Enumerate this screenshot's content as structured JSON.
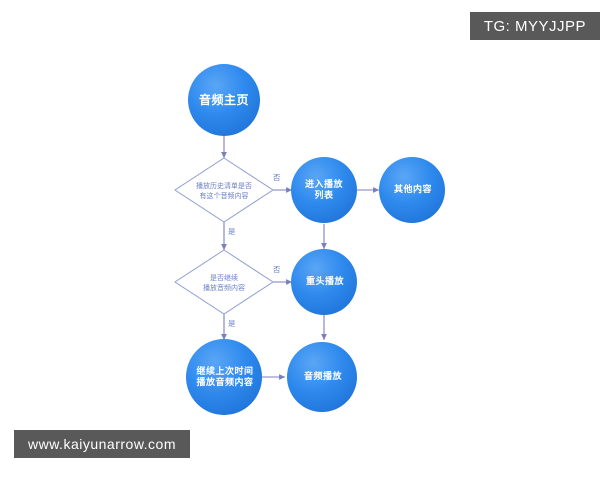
{
  "badge": {
    "tg_label": "TG: MYYJJPP",
    "bg_color": "#595959"
  },
  "watermark": {
    "url": "www.kaiyunarrow.com",
    "bg_color": "#595959"
  },
  "diagram": {
    "type": "flowchart",
    "background": "#ffffff",
    "node_fill": "#2d86ec",
    "diamond_stroke": "#8f9fd4",
    "connector_color": "#7b7fc0",
    "nodes": [
      {
        "id": "start",
        "shape": "circle",
        "label": "音频主页"
      },
      {
        "id": "decision1",
        "shape": "diamond",
        "label_line1": "播放历史清单是否",
        "label_line2": "有这个音频内容"
      },
      {
        "id": "playlist",
        "shape": "circle",
        "label_line1": "进入播放",
        "label_line2": "列表"
      },
      {
        "id": "other",
        "shape": "circle",
        "label": "其他内容"
      },
      {
        "id": "decision2",
        "shape": "diamond",
        "label_line1": "是否继续",
        "label_line2": "播放音频内容"
      },
      {
        "id": "restart",
        "shape": "circle",
        "label": "重头播放"
      },
      {
        "id": "resume",
        "shape": "circle",
        "label_line1": "继续上次时间",
        "label_line2": "播放音频内容"
      },
      {
        "id": "play",
        "shape": "circle",
        "label": "音频播放"
      }
    ],
    "edges": [
      {
        "from": "start",
        "to": "decision1",
        "label": ""
      },
      {
        "from": "decision1",
        "to": "playlist",
        "label": "否"
      },
      {
        "from": "decision1",
        "to": "decision2",
        "label": "是"
      },
      {
        "from": "playlist",
        "to": "other",
        "label": ""
      },
      {
        "from": "playlist",
        "to": "restart",
        "label": ""
      },
      {
        "from": "decision2",
        "to": "restart",
        "label": "否"
      },
      {
        "from": "decision2",
        "to": "resume",
        "label": "是"
      },
      {
        "from": "restart",
        "to": "play",
        "label": ""
      },
      {
        "from": "resume",
        "to": "play",
        "label": ""
      }
    ]
  }
}
